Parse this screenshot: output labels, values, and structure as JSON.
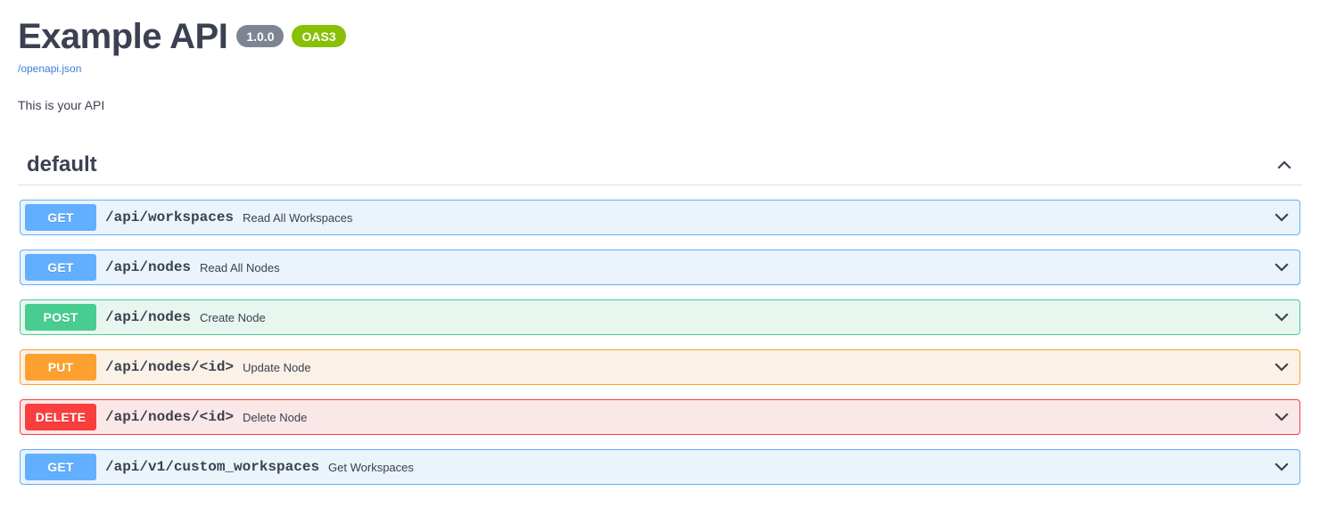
{
  "info": {
    "title": "Example API",
    "version_badge": "1.0.0",
    "spec_badge": "OAS3",
    "spec_url": "/openapi.json",
    "description": "This is your API"
  },
  "colors": {
    "get": "#61affe",
    "post": "#49cc90",
    "put": "#fca130",
    "delete": "#f93e3e",
    "oas_badge": "#89bf04",
    "version_badge": "#7d8492",
    "text": "#3b4151",
    "link": "#3b7dd8"
  },
  "tag": {
    "name": "default",
    "collapse_icon": "chevron-up-icon",
    "expanded": true
  },
  "operations": [
    {
      "method": "GET",
      "method_key": "get",
      "path": "/api/workspaces",
      "summary": "Read All Workspaces",
      "expand_icon": "chevron-down-icon"
    },
    {
      "method": "GET",
      "method_key": "get",
      "path": "/api/nodes",
      "summary": "Read All Nodes",
      "expand_icon": "chevron-down-icon"
    },
    {
      "method": "POST",
      "method_key": "post",
      "path": "/api/nodes",
      "summary": "Create Node",
      "expand_icon": "chevron-down-icon"
    },
    {
      "method": "PUT",
      "method_key": "put",
      "path": "/api/nodes/<id>",
      "summary": "Update Node",
      "expand_icon": "chevron-down-icon"
    },
    {
      "method": "DELETE",
      "method_key": "delete",
      "path": "/api/nodes/<id>",
      "summary": "Delete Node",
      "expand_icon": "chevron-down-icon"
    },
    {
      "method": "GET",
      "method_key": "get",
      "path": "/api/v1/custom_workspaces",
      "summary": "Get Workspaces",
      "expand_icon": "chevron-down-icon"
    }
  ]
}
